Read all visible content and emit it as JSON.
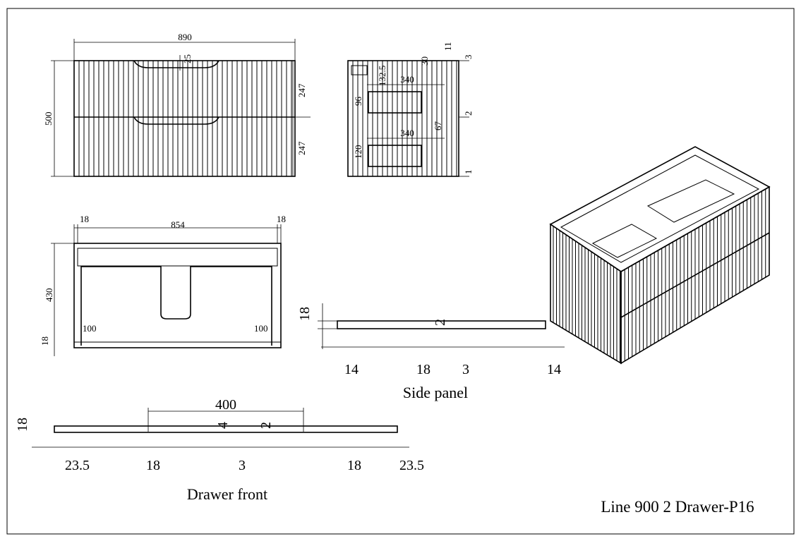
{
  "title": "Line 900 2 Drawer-P16",
  "front_view": {
    "width": "890",
    "height": "500",
    "handle_depth": "25",
    "drawer_top": "247",
    "drawer_bottom": "247"
  },
  "side_view": {
    "d11": "11",
    "d30": "30",
    "d3": "3",
    "d132_5": "132.5",
    "d340_top": "340",
    "d96": "96",
    "d2": "2",
    "d67": "67",
    "d340_bottom": "340",
    "d120": "120",
    "d1": "1"
  },
  "plan_view": {
    "left": "18",
    "inner": "854",
    "right": "18",
    "depth": "430",
    "bottom": "18",
    "rail_left": "100",
    "rail_right": "100"
  },
  "side_panel": {
    "label": "Side panel",
    "thickness": "18",
    "groove": "2",
    "d14_left": "14",
    "d18": "18",
    "d3": "3",
    "d14_right": "14"
  },
  "drawer_front": {
    "label": "Drawer front",
    "handle_width": "400",
    "thickness": "18",
    "d4": "4",
    "d2": "2",
    "d23_5_left": "23.5",
    "d18_left": "18",
    "d3": "3",
    "d18_right": "18",
    "d23_5_right": "23.5"
  }
}
